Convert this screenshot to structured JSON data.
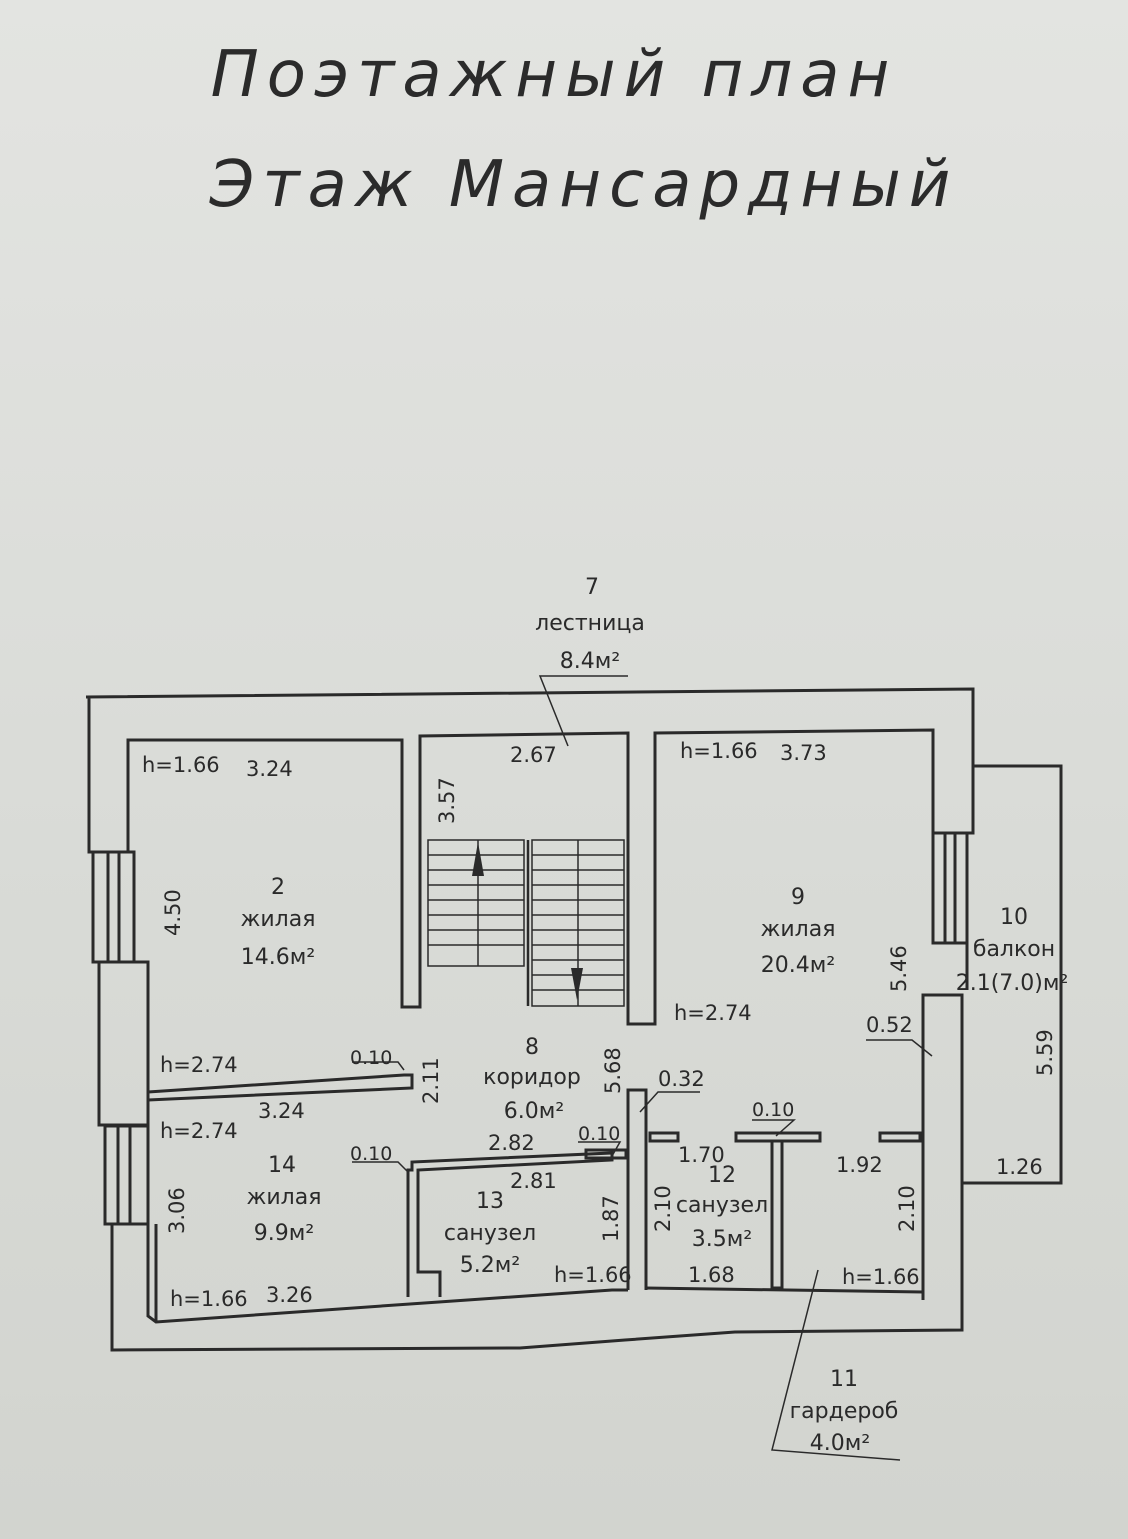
{
  "title": "Поэтажный план",
  "subtitle": "Этаж Мансардный",
  "rooms": {
    "stairs": {
      "num": "7",
      "name": "лестница",
      "area": "8.4м²"
    },
    "living2": {
      "num": "2",
      "name": "жилая",
      "area": "14.6м²"
    },
    "living9": {
      "num": "9",
      "name": "жилая",
      "area": "20.4м²"
    },
    "balcony": {
      "num": "10",
      "name": "балкон",
      "area": "2.1(7.0)м²"
    },
    "corridor": {
      "num": "8",
      "name": "коридор",
      "area": "6.0м²"
    },
    "living14": {
      "num": "14",
      "name": "жилая",
      "area": "9.9м²"
    },
    "bath13": {
      "num": "13",
      "name": "санузел",
      "area": "5.2м²"
    },
    "bath12": {
      "num": "12",
      "name": "санузел",
      "area": "3.5м²"
    },
    "wardrobe": {
      "num": "11",
      "name": "гардероб",
      "area": "4.0м²"
    }
  },
  "dims": {
    "h166": "h=1.66",
    "h274": "h=2.74",
    "d324": "3.24",
    "d373": "3.73",
    "d267": "2.67",
    "d357": "3.57",
    "d450": "4.50",
    "d546": "5.46",
    "d052": "0.52",
    "d010": "0.10",
    "d211": "2.11",
    "d568": "5.68",
    "d032": "0.32",
    "d559": "5.59",
    "d170": "1.70",
    "d192": "1.92",
    "d126": "1.26",
    "d282": "2.82",
    "d281": "2.81",
    "d187": "1.87",
    "d306": "3.06",
    "d210": "2.10",
    "d168": "1.68",
    "d326": "3.26"
  }
}
